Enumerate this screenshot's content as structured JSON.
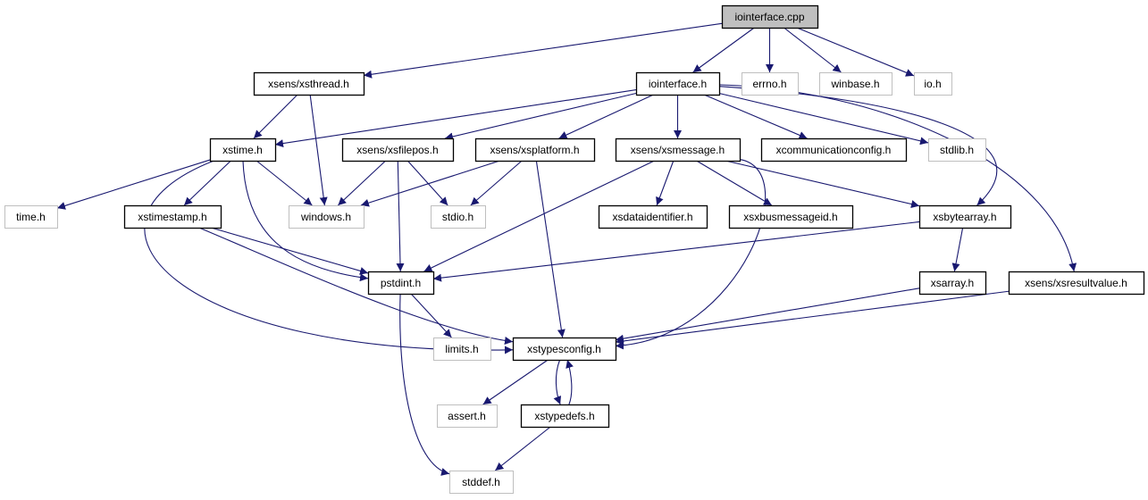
{
  "graph": {
    "colors": {
      "edge": "#191970",
      "root_fill": "#bfbfbf",
      "internal_border": "#000000",
      "external_border": "#bfbfbf"
    },
    "nodes": [
      {
        "id": "cpp",
        "label": "iointerface.cpp",
        "kind": "root"
      },
      {
        "id": "xsthread",
        "label": "xsens/xsthread.h",
        "kind": "internal"
      },
      {
        "id": "ioh",
        "label": "iointerface.h",
        "kind": "internal"
      },
      {
        "id": "errno",
        "label": "errno.h",
        "kind": "external"
      },
      {
        "id": "winbase",
        "label": "winbase.h",
        "kind": "external"
      },
      {
        "id": "io",
        "label": "io.h",
        "kind": "external"
      },
      {
        "id": "xstime",
        "label": "xstime.h",
        "kind": "internal"
      },
      {
        "id": "xsfilepos",
        "label": "xsens/xsfilepos.h",
        "kind": "internal"
      },
      {
        "id": "xsplatform",
        "label": "xsens/xsplatform.h",
        "kind": "internal"
      },
      {
        "id": "xsmessage",
        "label": "xsens/xsmessage.h",
        "kind": "internal"
      },
      {
        "id": "xcomm",
        "label": "xcommunicationconfig.h",
        "kind": "internal"
      },
      {
        "id": "stdlib",
        "label": "stdlib.h",
        "kind": "external"
      },
      {
        "id": "time",
        "label": "time.h",
        "kind": "external"
      },
      {
        "id": "xstimestamp",
        "label": "xstimestamp.h",
        "kind": "internal"
      },
      {
        "id": "windows",
        "label": "windows.h",
        "kind": "external"
      },
      {
        "id": "stdio",
        "label": "stdio.h",
        "kind": "external"
      },
      {
        "id": "xsdataid",
        "label": "xsdataidentifier.h",
        "kind": "internal"
      },
      {
        "id": "xsxbus",
        "label": "xsxbusmessageid.h",
        "kind": "internal"
      },
      {
        "id": "xsbytearray",
        "label": "xsbytearray.h",
        "kind": "internal"
      },
      {
        "id": "pstdint",
        "label": "pstdint.h",
        "kind": "internal"
      },
      {
        "id": "xsarray",
        "label": "xsarray.h",
        "kind": "internal"
      },
      {
        "id": "xsresult",
        "label": "xsens/xsresultvalue.h",
        "kind": "internal"
      },
      {
        "id": "limits",
        "label": "limits.h",
        "kind": "external"
      },
      {
        "id": "xstypesconfig",
        "label": "xstypesconfig.h",
        "kind": "internal"
      },
      {
        "id": "assert",
        "label": "assert.h",
        "kind": "external"
      },
      {
        "id": "xstypedefs",
        "label": "xstypedefs.h",
        "kind": "internal"
      },
      {
        "id": "stddef",
        "label": "stddef.h",
        "kind": "external"
      }
    ],
    "edges": [
      [
        "cpp",
        "xsthread"
      ],
      [
        "cpp",
        "ioh"
      ],
      [
        "cpp",
        "errno"
      ],
      [
        "cpp",
        "winbase"
      ],
      [
        "cpp",
        "io"
      ],
      [
        "xsthread",
        "xstime"
      ],
      [
        "xsthread",
        "windows"
      ],
      [
        "ioh",
        "xstime"
      ],
      [
        "ioh",
        "xsfilepos"
      ],
      [
        "ioh",
        "xsplatform"
      ],
      [
        "ioh",
        "xsmessage"
      ],
      [
        "ioh",
        "xcomm"
      ],
      [
        "ioh",
        "stdlib"
      ],
      [
        "ioh",
        "xsbytearray"
      ],
      [
        "ioh",
        "xsresult"
      ],
      [
        "xstime",
        "time"
      ],
      [
        "xstime",
        "xstimestamp"
      ],
      [
        "xstime",
        "windows"
      ],
      [
        "xstime",
        "pstdint"
      ],
      [
        "xstime",
        "xstypesconfig"
      ],
      [
        "xsfilepos",
        "windows"
      ],
      [
        "xsfilepos",
        "stdio"
      ],
      [
        "xsfilepos",
        "pstdint"
      ],
      [
        "xsplatform",
        "windows"
      ],
      [
        "xsplatform",
        "stdio"
      ],
      [
        "xsplatform",
        "xstypesconfig"
      ],
      [
        "xsmessage",
        "pstdint"
      ],
      [
        "xsmessage",
        "xsdataid"
      ],
      [
        "xsmessage",
        "xsxbus"
      ],
      [
        "xsmessage",
        "xsbytearray"
      ],
      [
        "xsmessage",
        "xstypesconfig"
      ],
      [
        "xstimestamp",
        "pstdint"
      ],
      [
        "xstimestamp",
        "xstypesconfig"
      ],
      [
        "xsbytearray",
        "pstdint"
      ],
      [
        "xsbytearray",
        "xsarray"
      ],
      [
        "xsarray",
        "xstypesconfig"
      ],
      [
        "xsresult",
        "xstypesconfig"
      ],
      [
        "pstdint",
        "limits"
      ],
      [
        "pstdint",
        "stddef"
      ],
      [
        "xstypesconfig",
        "assert"
      ],
      [
        "xstypesconfig",
        "xstypedefs"
      ],
      [
        "xstypedefs",
        "xstypesconfig"
      ],
      [
        "xstypedefs",
        "stddef"
      ]
    ]
  }
}
